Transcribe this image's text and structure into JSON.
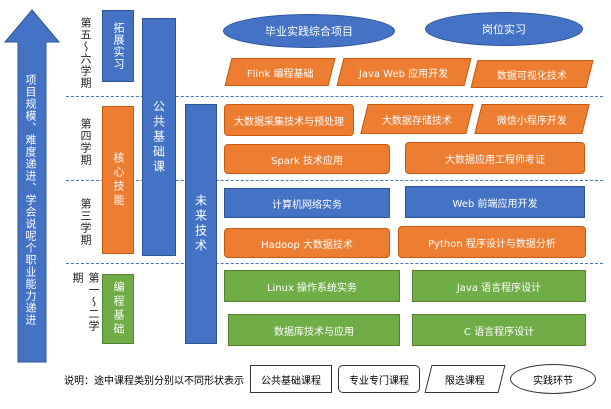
{
  "arrow": {
    "text": "项目规模、难度递进、学会说呢个职业能力递进"
  },
  "semesters": [
    "第五～六学期",
    "第四学期",
    "第三学期",
    "第一～二学期"
  ],
  "categories": {
    "expand": "拓展实习",
    "core": "核心技能",
    "basic": "编程基础",
    "public": "公共基础课",
    "future": "未来技术"
  },
  "practice": {
    "graduation": "毕业实践综合项目",
    "internship": "岗位实习"
  },
  "courses": {
    "flink": "Flink 编程基础",
    "javaweb": "Java Web 应用开发",
    "dataviz": "数据可视化技术",
    "collect": "大数据采集技术与预处理",
    "storage": "大数据存储技术",
    "miniapp": "微信小程序开发",
    "spark": "Spark 技术应用",
    "bigdata_cert": "大数据应用工程师考证",
    "network": "计算机网络实务",
    "web_front": "Web 前端应用开发",
    "hadoop": "Hadoop 大数据技术",
    "python": "Python 程序设计与数据分析",
    "linux": "Linux 操作系统实务",
    "java": "Java 语言程序设计",
    "database": "数据库技术与应用",
    "c": "C 语言程序设计"
  },
  "legend": {
    "title": "说明：途中课程类别分别以不同形状表示",
    "public": "公共基础课程",
    "major": "专业专门课程",
    "elective": "限选课程",
    "practice": "实践环节"
  },
  "colors": {
    "blue": "#4472C4",
    "orange": "#ED7D31",
    "green": "#70AD47"
  }
}
